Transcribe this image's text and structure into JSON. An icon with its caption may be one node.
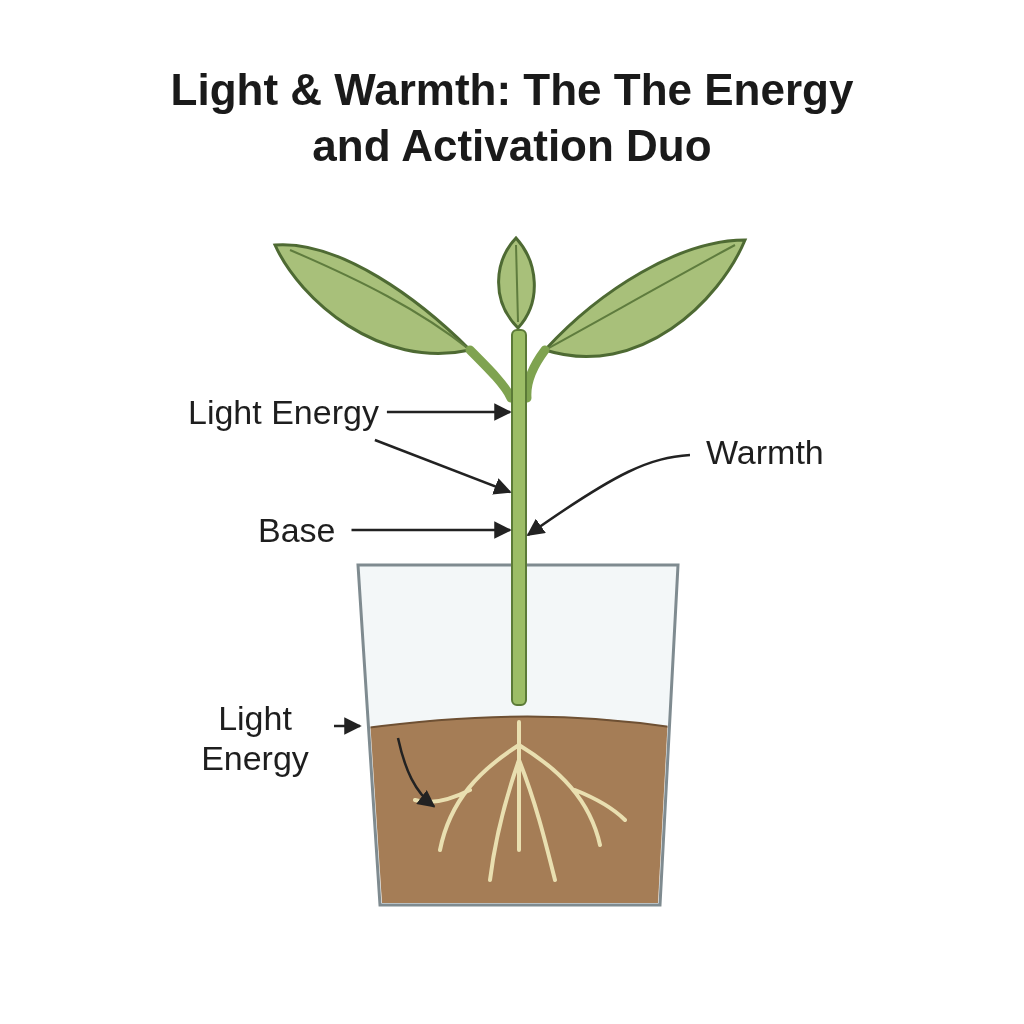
{
  "diagram": {
    "title": "Light & Warmth: The The Energy and Activation Duo",
    "nodes": [
      {
        "text": [
          "Light Energy"
        ]
      },
      {
        "text": [
          "Warmth"
        ]
      },
      {
        "text": [
          "Base"
        ]
      },
      {
        "text": [
          "Light Energy"
        ]
      },
      {
        "text": [],
        "shape": "bar"
      },
      {
        "text": [],
        "shape": "picture"
      },
      {
        "text": [],
        "shape": "picture",
        "in": 5
      }
    ],
    "edges": [
      {
        "from": 0,
        "to": 4,
        "arrow": "to"
      },
      {
        "from": 0,
        "to": 4,
        "arrow": "to"
      },
      {
        "from": 1,
        "to": 4,
        "arrow": "to"
      },
      {
        "from": 2,
        "to": 4,
        "arrow": "to"
      },
      {
        "from": 3,
        "to": 5,
        "arrow": "to"
      },
      {
        "from": null,
        "to": 6,
        "arrow": "to"
      }
    ]
  }
}
